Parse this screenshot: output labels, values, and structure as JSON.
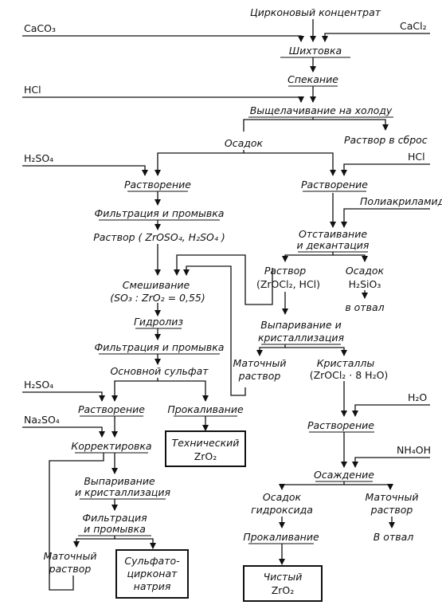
{
  "inputs": {
    "caco3": "CaCO₃",
    "cacl2": "CaCl₂",
    "hcl_1": "HCl",
    "h2so4_1": "H₂SO₄",
    "hcl_2": "HCl",
    "polyacrylamide": "Полиакриламид",
    "h2so4_2": "H₂SO₄",
    "na2so4": "Na₂SO₄",
    "h2o": "H₂O",
    "nh4oh": "NH₄OH"
  },
  "nodes": {
    "concentrate": "Цирконовый концентрат",
    "charge": "Шихтовка",
    "sintering": "Спекание",
    "cold_leach": "Выщелачивание на холоду",
    "solution_waste": "Раствор в сброс",
    "precipitate": "Осадок",
    "dissolution_left": "Растворение",
    "dissolution_right": "Растворение",
    "filtration_1": "Фильтрация и промывка",
    "solution_zroso4": "Раствор ( ZrOSO₄, H₂SO₄ )",
    "settling_1": "Отстаивание",
    "settling_2": "и декантация",
    "solution_zrocl2_1": "Раствор",
    "solution_zrocl2_2": "(ZrOCl₂, HCl)",
    "precip_h2sio3_1": "Осадок",
    "precip_h2sio3_2": "H₂SiO₃",
    "to_dump_1": "в отвал",
    "mixing": "Смешивание",
    "mixing_ratio": "(SO₃ : ZrO₂ = 0,55)",
    "hydrolysis": "Гидролиз",
    "evaporation_1": "Выпаривание и",
    "evaporation_2": "кристаллизация",
    "filtration_2": "Фильтрация и промывка",
    "mother_liquor_1a": "Маточный",
    "mother_liquor_1b": "раствор",
    "crystals_1": "Кристаллы",
    "crystals_2": "(ZrOCl₂ · 8 H₂O)",
    "basic_sulfate": "Основной сульфат",
    "dissolution_3": "Растворение",
    "calcination_1": "Прокаливание",
    "dissolution_4": "Растворение",
    "adjustment": "Корректировка",
    "technical_zro2_1": "Технический",
    "technical_zro2_2": "ZrO₂",
    "precipitation": "Осаждение",
    "evaporation_3": "Выпаривание",
    "evaporation_4": "и кристаллизация",
    "hydroxide_1": "Осадок",
    "hydroxide_2": "гидроксида",
    "mother_liquor_2a": "Маточный",
    "mother_liquor_2b": "раствор",
    "filtration_3a": "Фильтрация",
    "filtration_3b": "и промывка",
    "calcination_2": "Прокаливание",
    "to_dump_2": "В отвал",
    "mother_liquor_3a": "Маточный",
    "mother_liquor_3b": "раствор",
    "sulfatozirconate_1": "Сульфато-",
    "sulfatozirconate_2": "цирконат",
    "sulfatozirconate_3": "натрия",
    "pure_zro2_1": "Чистый",
    "pure_zro2_2": "ZrO₂"
  }
}
